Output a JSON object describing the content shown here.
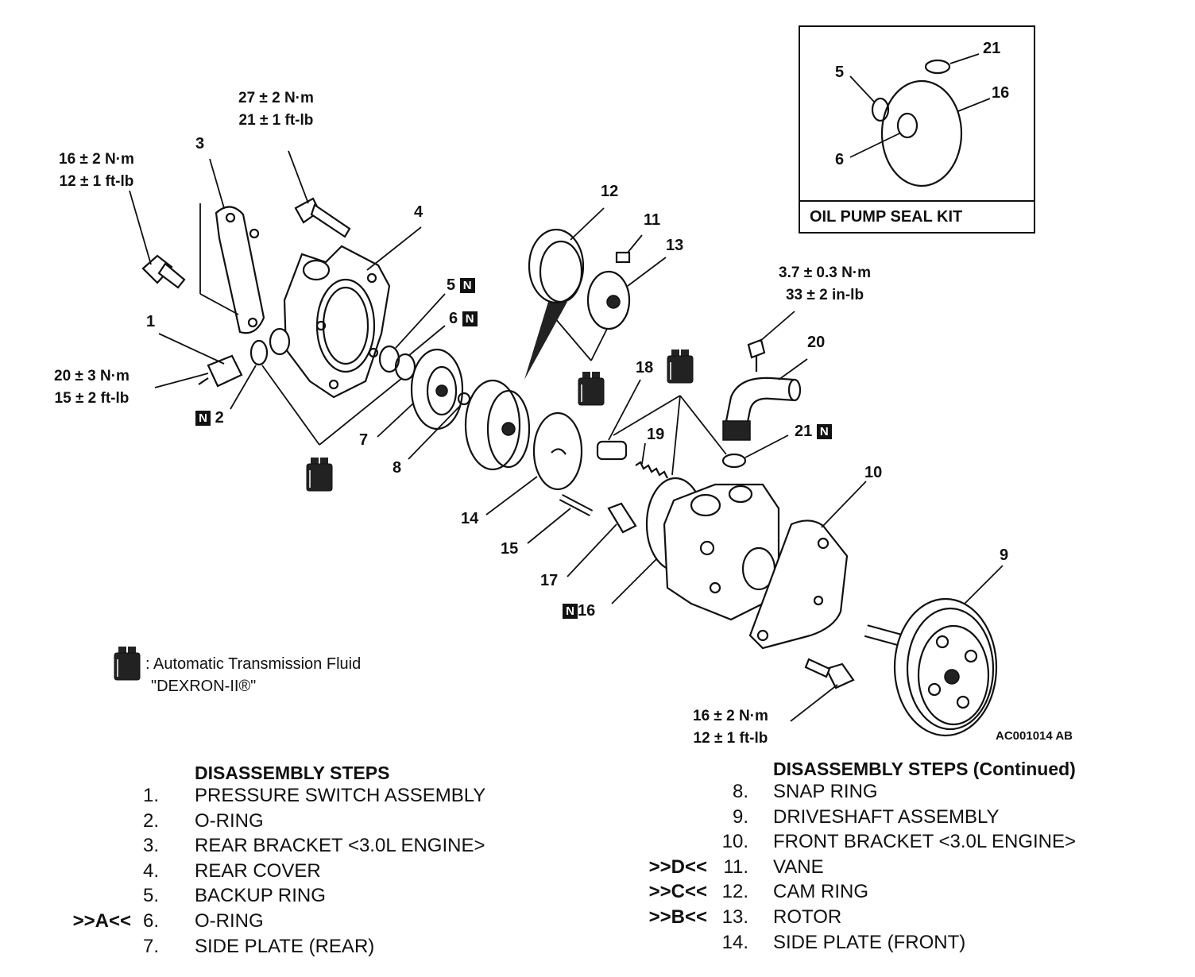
{
  "kit": {
    "title": "OIL PUMP SEAL KIT",
    "labels": [
      "21",
      "5",
      "16",
      "6"
    ]
  },
  "torques": {
    "t1": {
      "line1": "27 ± 2 N·m",
      "line2": "21 ± 1 ft-lb"
    },
    "t2": {
      "line1": "16 ± 2 N·m",
      "line2": "12 ± 1 ft-lb"
    },
    "t3": {
      "line1": "20 ± 3 N·m",
      "line2": "15 ± 2 ft-lb"
    },
    "t4": {
      "line1": "3.7 ± 0.3 N·m",
      "line2": "33 ± 2 in-lb"
    },
    "t5": {
      "line1": "16 ± 2 N·m",
      "line2": "12 ± 1 ft-lb"
    }
  },
  "callouts": {
    "c1": "1",
    "c2": "2",
    "c3": "3",
    "c4": "4",
    "c5": "5",
    "c6": "6",
    "c7": "7",
    "c8": "8",
    "c9": "9",
    "c10": "10",
    "c11": "11",
    "c12": "12",
    "c13": "13",
    "c14": "14",
    "c15": "15",
    "c16": "16",
    "c17": "17",
    "c18": "18",
    "c19": "19",
    "c20": "20",
    "c21": "21"
  },
  "new_part_mark": "N",
  "legend": {
    "line1": ": Automatic Transmission Fluid",
    "line2": "\"DEXRON-II®\""
  },
  "figure_code": "AC001014 AB",
  "steps_left": {
    "title": "DISASSEMBLY STEPS",
    "items": [
      {
        "flag": "",
        "num": "1.",
        "name": "PRESSURE SWITCH ASSEMBLY"
      },
      {
        "flag": "",
        "num": "2.",
        "name": "O-RING"
      },
      {
        "flag": "",
        "num": "3.",
        "name": "REAR BRACKET <3.0L ENGINE>"
      },
      {
        "flag": "",
        "num": "4.",
        "name": "REAR COVER"
      },
      {
        "flag": "",
        "num": "5.",
        "name": "BACKUP RING"
      },
      {
        "flag": ">>A<<",
        "num": "6.",
        "name": "O-RING"
      },
      {
        "flag": "",
        "num": "7.",
        "name": "SIDE PLATE (REAR)"
      }
    ]
  },
  "steps_right": {
    "title": "DISASSEMBLY STEPS (Continued)",
    "items": [
      {
        "flag": "",
        "num": "8.",
        "name": "SNAP RING"
      },
      {
        "flag": "",
        "num": "9.",
        "name": "DRIVESHAFT ASSEMBLY"
      },
      {
        "flag": "",
        "num": "10.",
        "name": "FRONT BRACKET <3.0L ENGINE>"
      },
      {
        "flag": ">>D<<",
        "num": "11.",
        "name": "VANE"
      },
      {
        "flag": ">>C<<",
        "num": "12.",
        "name": "CAM RING"
      },
      {
        "flag": ">>B<<",
        "num": "13.",
        "name": "ROTOR"
      },
      {
        "flag": "",
        "num": "14.",
        "name": "SIDE PLATE (FRONT)"
      }
    ]
  }
}
